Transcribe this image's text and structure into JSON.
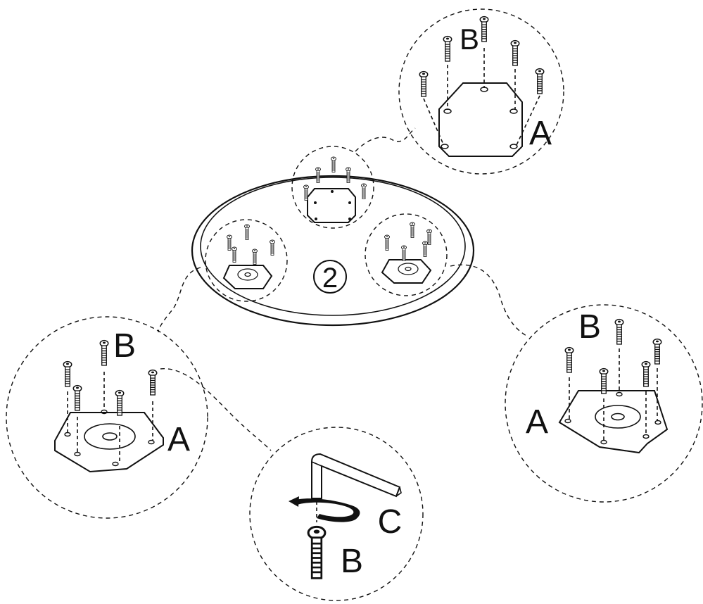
{
  "step_number": "2",
  "labels": {
    "plate": "A",
    "screw": "B",
    "wrench": "C"
  },
  "colors": {
    "line": "#111111",
    "background": "#ffffff"
  }
}
